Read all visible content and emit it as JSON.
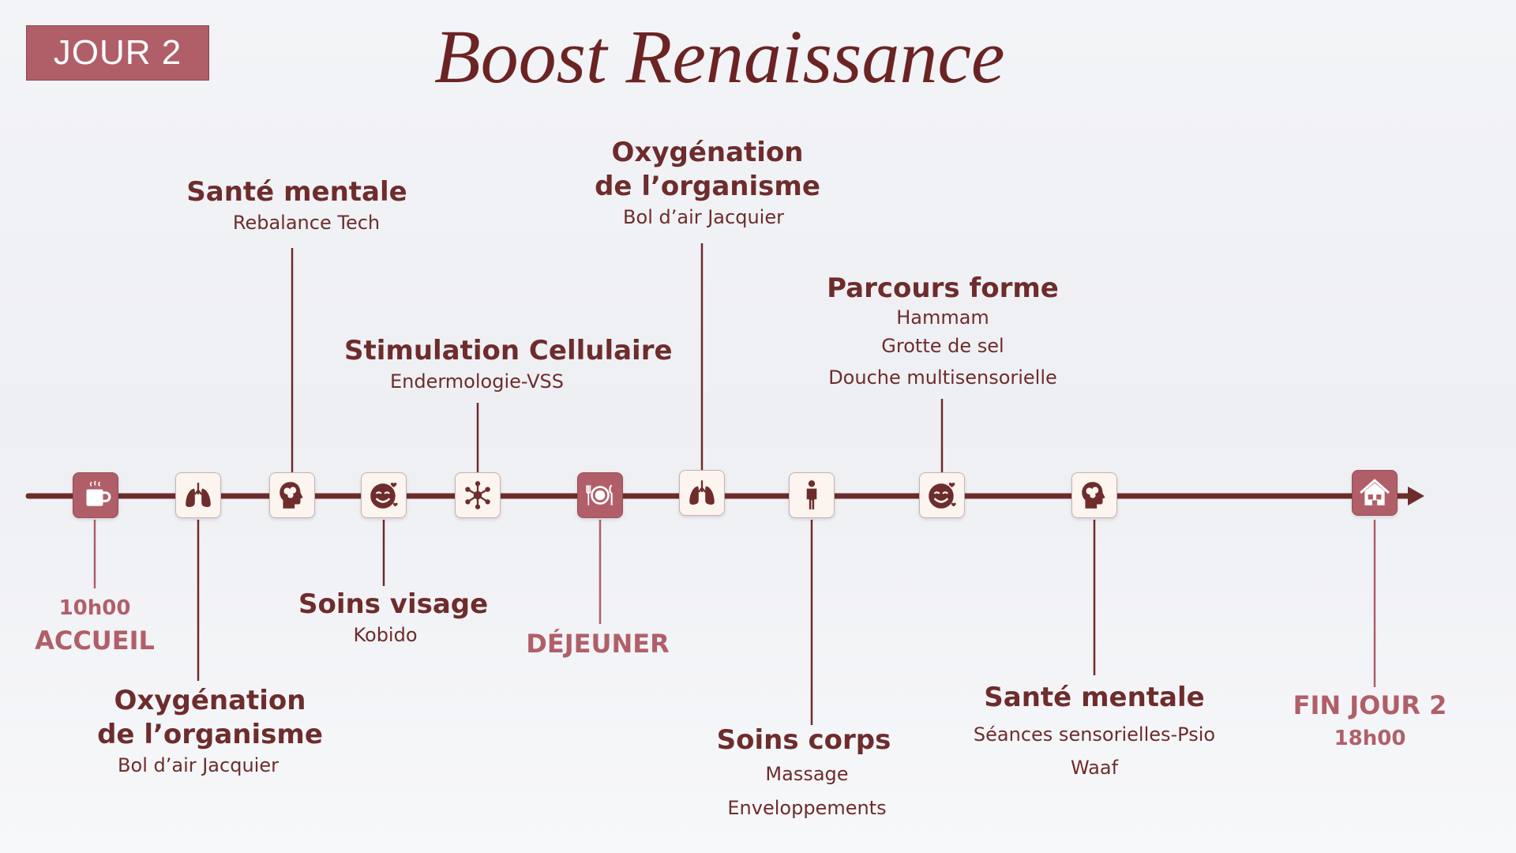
{
  "header": {
    "day_badge": "JOUR 2",
    "title": "Boost Renaissance"
  },
  "colors": {
    "primary": "#6e2c2c",
    "accent": "#b05f69",
    "icon_bg": "#fbf4ef"
  },
  "timeline": {
    "steps": [
      {
        "icon": "coffee-cup-icon",
        "time": "10h00",
        "title": "ACCUEIL"
      },
      {
        "icon": "lungs-icon",
        "title_lines": [
          "Oxygénation",
          "de l’organisme"
        ],
        "subtitle": "Bol d’air Jacquier"
      },
      {
        "icon": "brain-head-icon",
        "title": "Santé mentale",
        "subtitle": "Rebalance Tech"
      },
      {
        "icon": "smiling-face-icon",
        "title": "Soins visage",
        "subtitle": "Kobido"
      },
      {
        "icon": "molecule-network-icon",
        "title": "Stimulation Cellulaire",
        "subtitle": "Endermologie-VSS"
      },
      {
        "icon": "plate-cutlery-icon",
        "title": "DÉJEUNER"
      },
      {
        "icon": "lungs-icon",
        "title_lines": [
          "Oxygénation",
          "de l’organisme"
        ],
        "subtitle": "Bol d’air Jacquier"
      },
      {
        "icon": "person-standing-icon",
        "title": "Soins corps",
        "subtitles": [
          "Massage",
          "Enveloppements"
        ]
      },
      {
        "icon": "smiling-face-icon",
        "title": "Parcours forme",
        "subtitles": [
          "Hammam",
          "Grotte de sel",
          "Douche multisensorielle"
        ]
      },
      {
        "icon": "brain-head-icon",
        "title": "Santé mentale",
        "subtitles": [
          "Séances sensorielles-Psio",
          "Waaf"
        ]
      },
      {
        "icon": "house-icon",
        "title": "FIN JOUR 2",
        "time": "18h00"
      }
    ]
  }
}
